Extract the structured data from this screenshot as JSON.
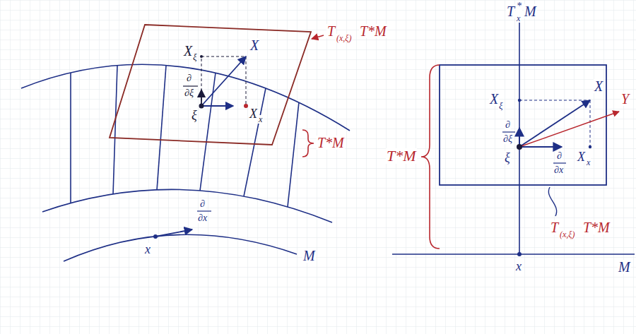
{
  "diagram": {
    "labels": [
      "X",
      "ξ",
      "X",
      "T",
      "(x,ξ)",
      "T*M",
      "∂",
      "∂ξ",
      "ξ",
      "X",
      "x",
      "T*M",
      "∂",
      "∂x",
      "x",
      "M",
      "T",
      "*",
      "x",
      "M",
      "T*M",
      "X",
      "ξ",
      "X",
      "∂",
      "∂ξ",
      "ξ",
      "∂",
      "∂x",
      "X",
      "x",
      "Y",
      "T",
      "(x,ξ)",
      "T*M",
      "x",
      "M"
    ]
  }
}
